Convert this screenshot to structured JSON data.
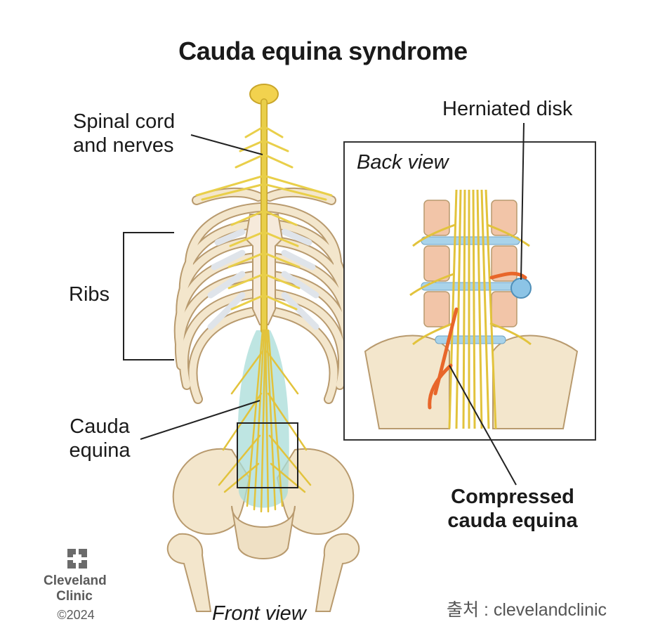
{
  "title": "Cauda equina syndrome",
  "labels": {
    "spinal_cord_line1": "Spinal cord",
    "spinal_cord_line2": "and nerves",
    "ribs": "Ribs",
    "cauda_line1": "Cauda",
    "cauda_line2": "equina",
    "front_view": "Front view",
    "back_view": "Back view",
    "herniated_disk": "Herniated disk",
    "compressed_line1": "Compressed",
    "compressed_line2": "cauda equina"
  },
  "logo": {
    "icon": "cleveland-clinic-logo-icon",
    "name_line1": "Cleveland",
    "name_line2": "Clinic",
    "copyright": "©2024"
  },
  "source": "출처 : clevelandclinic",
  "colors": {
    "bone": "#f3e6cc",
    "bone_outline": "#b89a6e",
    "nerve": "#e9cf4a",
    "nerve_dark": "#c9a62a",
    "disk": "#a9d3ea",
    "cartilage": "#dfe4ea",
    "compressed_nerve": "#e8662a",
    "csf": "#a8dcd8",
    "vertebra_body": "#f2c5a8"
  }
}
